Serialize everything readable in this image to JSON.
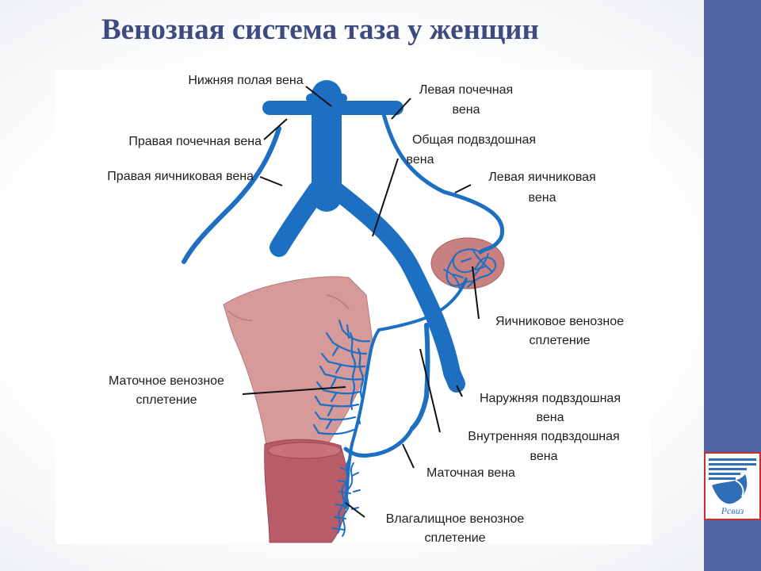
{
  "title": "Венозная система таза у женщин",
  "colors": {
    "title": "#3f4a80",
    "vein": "#1d6fc2",
    "uterus": "#d69a9a",
    "cervix": "#b85c68",
    "ovary": "#c88080",
    "right_bar": "#4f64a1",
    "logo_red": "#c9302c",
    "logo_blue": "#2f6fb8"
  },
  "labels": {
    "ivc": "Нижняя полая вена",
    "right_renal": "Правая почечная вена",
    "right_ovarian": "Правая яичниковая вена",
    "left_renal_1": "Левая почечная",
    "left_renal_2": "вена",
    "common_iliac_1": "Общая подвздошная",
    "common_iliac_2": "вена",
    "left_ovarian_1": "Левая яичниковая",
    "left_ovarian_2": "вена",
    "ovarian_plexus_1": "Яичниковое венозное",
    "ovarian_plexus_2": "сплетение",
    "uterine_plexus_1": "Маточное венозное",
    "uterine_plexus_2": "сплетение",
    "external_iliac_1": "Наружняя подвздошная",
    "external_iliac_2": "вена",
    "internal_iliac_1": "Внутренняя подвздошная",
    "internal_iliac_2": "вена",
    "uterine_vein": "Маточная вена",
    "vaginal_plexus_1": "Влагалищное венозное",
    "vaginal_plexus_2": "сплетение"
  },
  "logo": {
    "text": "Рсвиз"
  }
}
